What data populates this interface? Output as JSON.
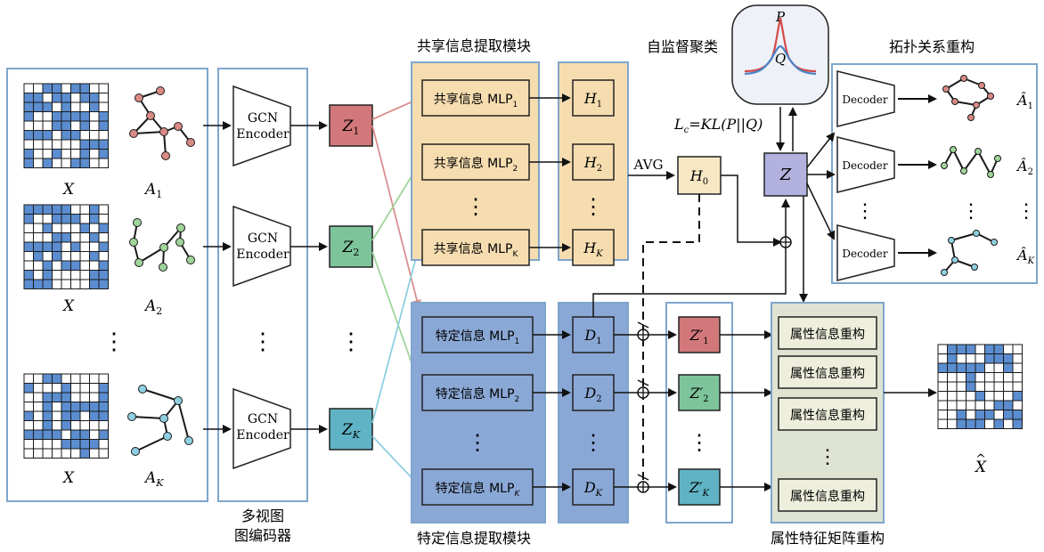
{
  "sections": {
    "encoder_caption_line1": "多视图",
    "encoder_caption_line2": "图编码器",
    "shared_module_title": "共享信息提取模块",
    "specific_module_title": "特定信息提取模块",
    "selfsup_title": "自监督聚类",
    "topology_title": "拓扑关系重构",
    "attr_title": "属性特征矩阵重构"
  },
  "inputs": {
    "x_label": "X",
    "views": [
      {
        "a_label": "A",
        "a_sub": "1",
        "node_color": "#d98a84"
      },
      {
        "a_label": "A",
        "a_sub": "2",
        "node_color": "#9fd49a"
      },
      {
        "a_label": "A",
        "a_sub": "K",
        "node_color": "#8ecfe0"
      }
    ]
  },
  "encoder": {
    "line1": "GCN",
    "line2": "Encoder"
  },
  "latent": [
    {
      "base": "Z",
      "sub": "1",
      "fill": "#d2787a"
    },
    {
      "base": "Z",
      "sub": "2",
      "fill": "#7dc49a"
    },
    {
      "base": "Z",
      "sub": "K",
      "fill": "#5fb3c4"
    }
  ],
  "shared": {
    "prefix": "共享信息 MLP",
    "subs": [
      "1",
      "2",
      "K"
    ],
    "h_base": "H",
    "h_subs": [
      "1",
      "2",
      "K"
    ]
  },
  "specific": {
    "prefix": "特定信息 MLP",
    "subs": [
      "1",
      "2",
      "K"
    ],
    "d_base": "D",
    "d_subs": [
      "1",
      "2",
      "K"
    ]
  },
  "fusion": {
    "avg_label": "AVG",
    "h0_base": "H",
    "h0_sub": "0",
    "z_label": "Z"
  },
  "loss": {
    "lhs": "L",
    "lhs_sub": "c",
    "rhs": "=KL(P||Q)"
  },
  "clustering": {
    "p_label": "P",
    "q_label": "Q"
  },
  "decoder": {
    "label": "Decoder",
    "a_hat_subs": [
      "1",
      "2",
      "K"
    ]
  },
  "zprime": [
    {
      "sub": "1",
      "fill": "#d2787a"
    },
    {
      "sub": "2",
      "fill": "#7dc49a"
    },
    {
      "sub": "K",
      "fill": "#5fb3c4"
    }
  ],
  "attr_recon": {
    "label": "属性信息重构"
  },
  "output": {
    "x_hat": "X"
  },
  "ellipsis": "⋮",
  "colors": {
    "blue_frame": "#7fa6cc",
    "shared_bg": "#f6ddb0",
    "specific_bg": "#8aa8d6",
    "attr_bg": "#dfe3d2",
    "attr_cell": "#eeeedd",
    "z_purple": "#b3b1de",
    "h0_fill": "#f7e7c4",
    "matrix_blue": "#5b8dd0",
    "red_line": "#d98e8e",
    "green_line": "#9fd49a",
    "cyan_line": "#8ecfe0"
  }
}
